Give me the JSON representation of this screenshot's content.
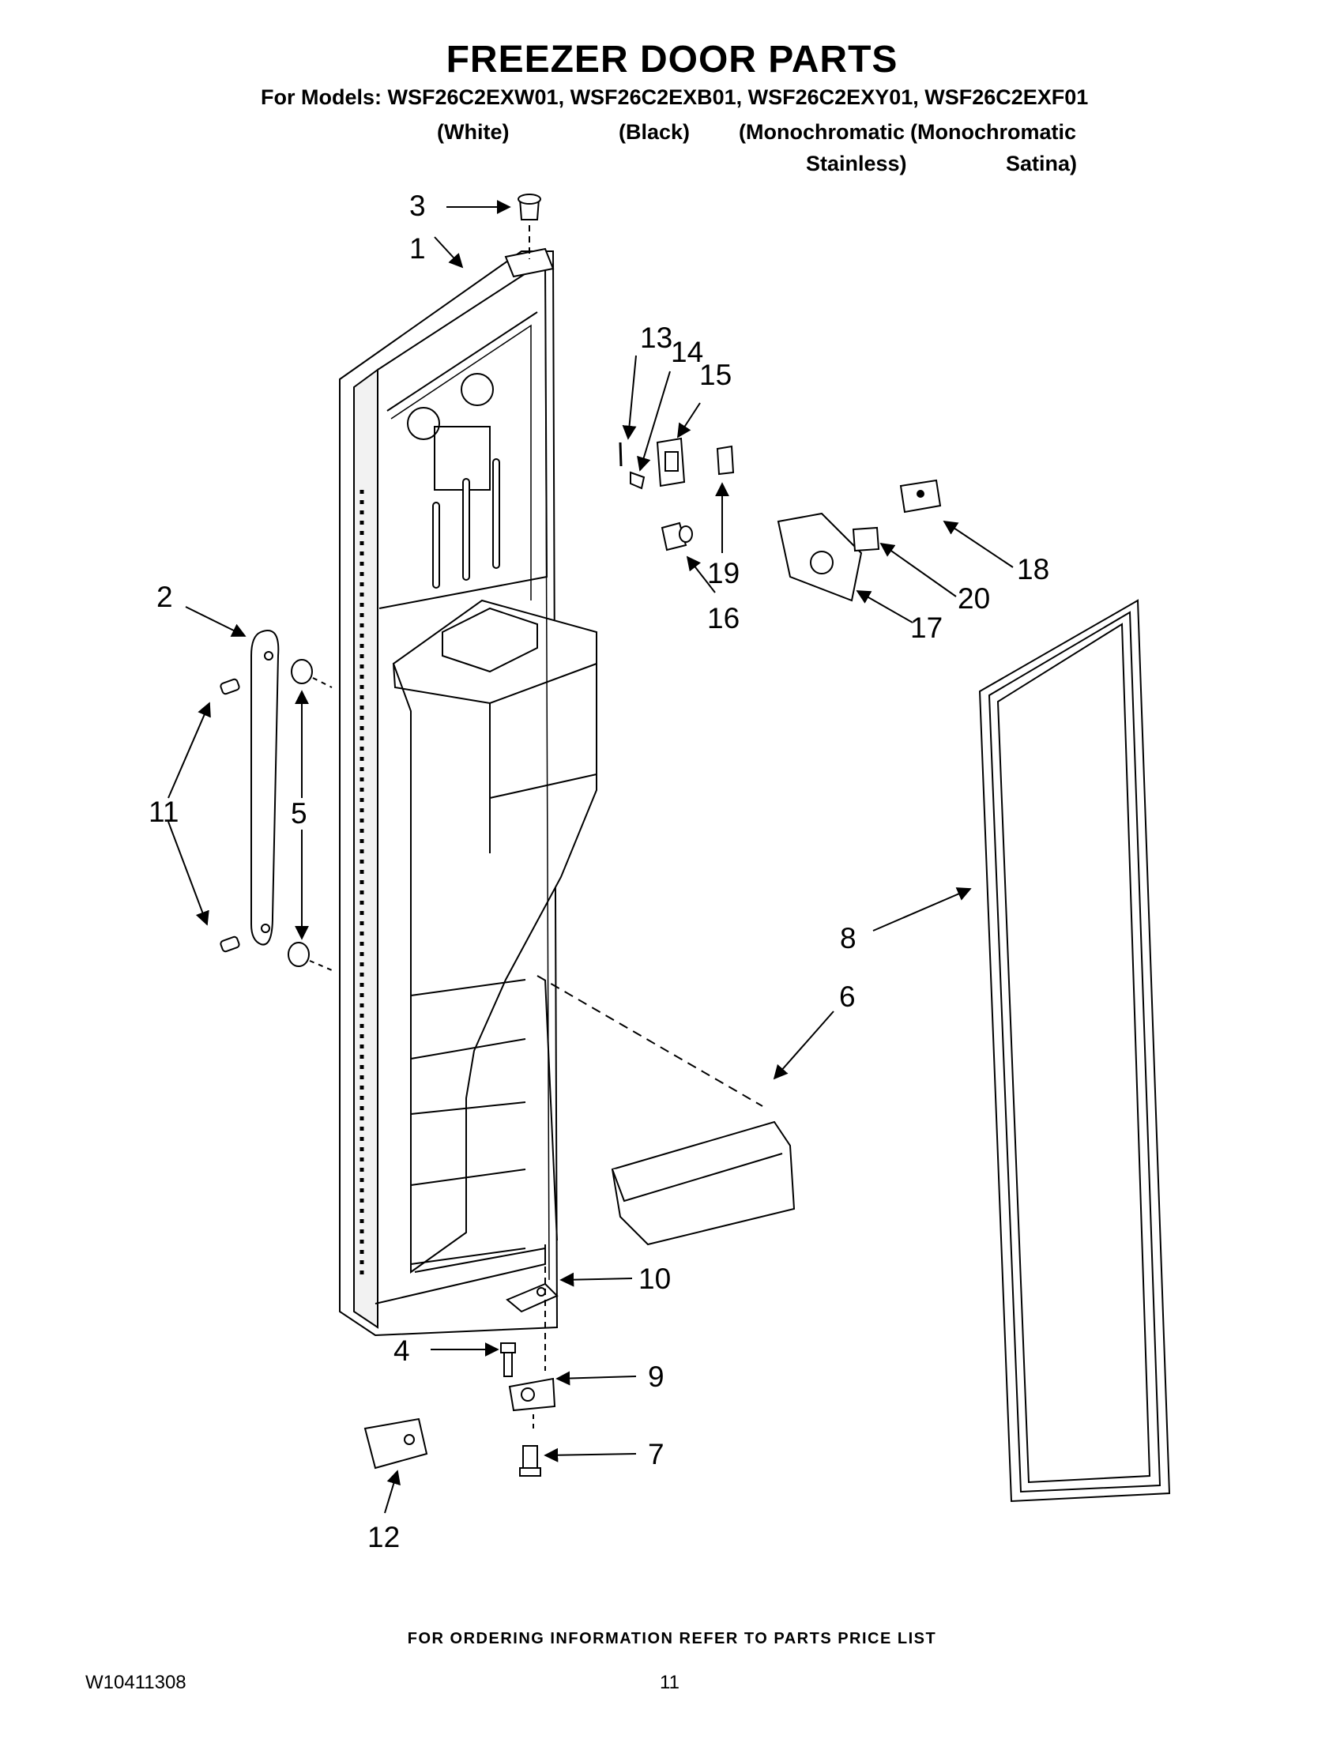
{
  "header": {
    "title": "FREEZER DOOR PARTS",
    "models_line": "For Models: WSF26C2EXW01, WSF26C2EXB01, WSF26C2EXY01, WSF26C2EXF01",
    "variants": {
      "white": "(White)",
      "black": "(Black)",
      "mono_1": "(Monochromatic",
      "mono_2": "(Monochromatic",
      "stainless": "Stainless)",
      "satina": "Satina)"
    }
  },
  "callouts": {
    "p1": "1",
    "p2": "2",
    "p3": "3",
    "p4": "4",
    "p5": "5",
    "p6": "6",
    "p7": "7",
    "p8": "8",
    "p9": "9",
    "p10": "10",
    "p11": "11",
    "p12": "12",
    "p13": "13",
    "p14": "14",
    "p15": "15",
    "p16": "16",
    "p17": "17",
    "p18": "18",
    "p19": "19",
    "p20": "20"
  },
  "footer": {
    "ordering_note": "FOR ORDERING INFORMATION REFER TO PARTS PRICE LIST",
    "doc_number": "W10411308",
    "page_number": "11"
  }
}
